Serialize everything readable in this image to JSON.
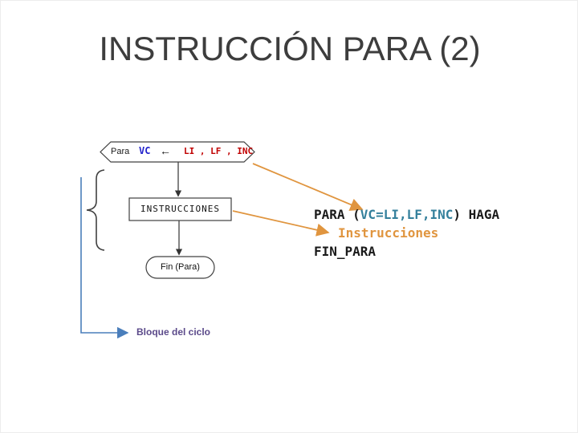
{
  "slide": {
    "title": "INSTRUCCIÓN PARA (2)"
  },
  "flowchart": {
    "para_shape": {
      "keyword": "Para",
      "variable": "VC",
      "assign_arrow": "←",
      "params": "LI , LF , INC"
    },
    "process_label": "INSTRUCCIONES",
    "end_label": "Fin (Para)",
    "loop_annotation": "Bloque del ciclo"
  },
  "code": {
    "line1": {
      "prefix": "PARA (",
      "args": "VC=LI,LF,INC",
      "suffix": ") HAGA"
    },
    "line2": "Instrucciones",
    "line3": "FIN_PARA"
  },
  "colors": {
    "title": "#3d3d3d",
    "accent_orange": "#e0953f",
    "code_args_teal": "#34809c",
    "params_red": "#c00000",
    "variable_blue": "#2222cc",
    "loop_line_blue": "#4a7ebb",
    "annotation_purple": "#5b4a8a",
    "shape_stroke": "#404040"
  }
}
